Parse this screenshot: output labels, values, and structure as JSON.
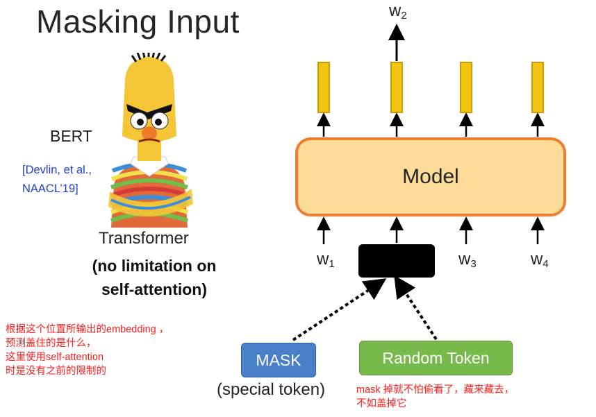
{
  "title": "Masking Input",
  "bert": {
    "name": "BERT",
    "citation_line1": "[Devlin, et al.,",
    "citation_line2": "NAACL’19]",
    "icon": "bert-character-image"
  },
  "transformer": {
    "label": "Transformer",
    "note_line1": "(no limitation on",
    "note_line2": "self-attention)"
  },
  "annotation_cn": {
    "line1": "根据这个位置所输出的embedding ，",
    "line2": "预测盖住的是什么，",
    "line3": "这里使用self-attention",
    "line4": "时是没有之前的限制的"
  },
  "model": {
    "label": "Model"
  },
  "output": {
    "letter": "w",
    "sub": "2"
  },
  "inputs": [
    {
      "letter": "w",
      "sub": "1"
    },
    {
      "letter": "w",
      "sub": "3"
    },
    {
      "letter": "w",
      "sub": "4"
    }
  ],
  "mask_token": {
    "label": "MASK",
    "caption": "(special token)"
  },
  "random_token": {
    "label": "Random Token",
    "note_line1": "mask 掉就不怕偷看了，藏来藏去，",
    "note_line2": "不如盖掉它"
  },
  "colors": {
    "model_fill": "#fddc9a",
    "model_border": "#ef7d2d",
    "vector": "#f1c40f",
    "mask_button": "#4a7fc9",
    "random_button": "#77b94b",
    "annotation": "#ff1a1a",
    "citation": "#1e3fcf"
  }
}
